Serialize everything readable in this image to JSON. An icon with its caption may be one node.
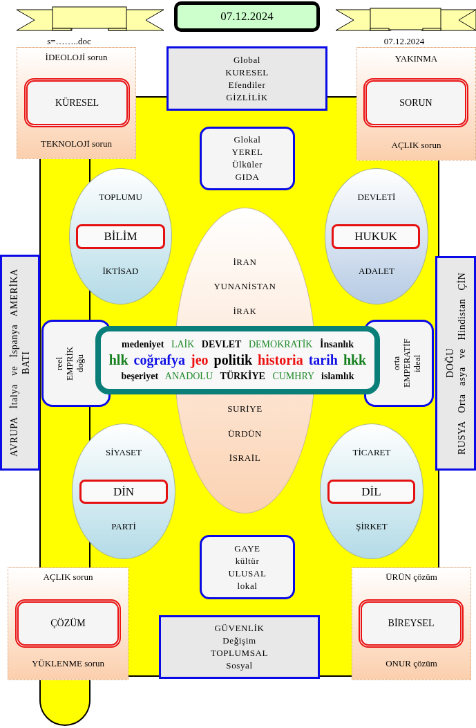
{
  "diagram": {
    "nodes": [
      {
        "text": [
          "07.12.2024"
        ]
      },
      {
        "text": [
          "İDEOLOJİ sorun",
          "TEKNOLOJİ sorun"
        ]
      },
      {
        "text": [
          "KÜRESEL"
        ],
        "in": 1
      },
      {
        "text": [
          "Global",
          "KURESEL",
          "Efendiler",
          "GİZLİLİK"
        ]
      },
      {
        "text": [
          "YAKINMA",
          "AÇLIK sorun"
        ]
      },
      {
        "text": [
          "SORUN"
        ],
        "in": 4
      },
      {
        "text": [
          "Glokal",
          "YEREL",
          "Ülküler",
          "GIDA"
        ]
      },
      {
        "text": [
          "TOPLUMU",
          "İKTİSAD"
        ]
      },
      {
        "text": [
          "BİLİM"
        ],
        "in": 7
      },
      {
        "text": [
          "DEVLETİ",
          "ADALET"
        ]
      },
      {
        "text": [
          "HUKUK"
        ],
        "in": 9
      },
      {
        "text": [
          "İRAN",
          "YUNANİSTAN",
          "İRAK",
          "SURİYE",
          "ÜRDÜN",
          "İSRAİL"
        ]
      },
      {
        "text": [
          "AVRUPA İtalya ve İspanya AMERİKA",
          "BATI"
        ]
      },
      {
        "text": [
          "reel",
          "EMPRİK",
          "doğu"
        ]
      },
      {
        "text": [
          "**medeniyet** LAİK **DEVLET** DEMOKRATİK **İnsanlık**",
          "hlk coğrafya jeo politik historia tarih hkk",
          "**beşeriyet** ANADOLU **TÜRKİYE** CUMHRY **islamlık**"
        ]
      },
      {
        "text": [
          "orta",
          "EMPERATİF",
          "ideal"
        ]
      },
      {
        "text": [
          "DOĞU",
          "RUSYA Orta asya ve Hindistan ÇİN"
        ]
      },
      {
        "text": [
          "SİYASET",
          "PARTİ"
        ]
      },
      {
        "text": [
          "DİN"
        ],
        "in": 17
      },
      {
        "text": [
          "TİCARET",
          "ŞİRKET"
        ]
      },
      {
        "text": [
          "DİL"
        ],
        "in": 19
      },
      {
        "text": [
          "GAYE",
          "kültür",
          "ULUSAL",
          "lokal"
        ]
      },
      {
        "text": [
          "AÇLIK sorun",
          "YÜKLENME sorun"
        ]
      },
      {
        "text": [
          "ÇÖZÜM"
        ],
        "in": 22
      },
      {
        "text": [
          "GÜVENLİK",
          "Değişim",
          "TOPLUMSAL",
          "Sosyal"
        ]
      },
      {
        "text": [
          "ÜRÜN çözüm",
          "ONUR çözüm"
        ]
      },
      {
        "text": [
          "BİREYSEL"
        ],
        "in": 25
      }
    ],
    "labels": [
      "s=……..doc",
      "07.12.2024"
    ]
  }
}
